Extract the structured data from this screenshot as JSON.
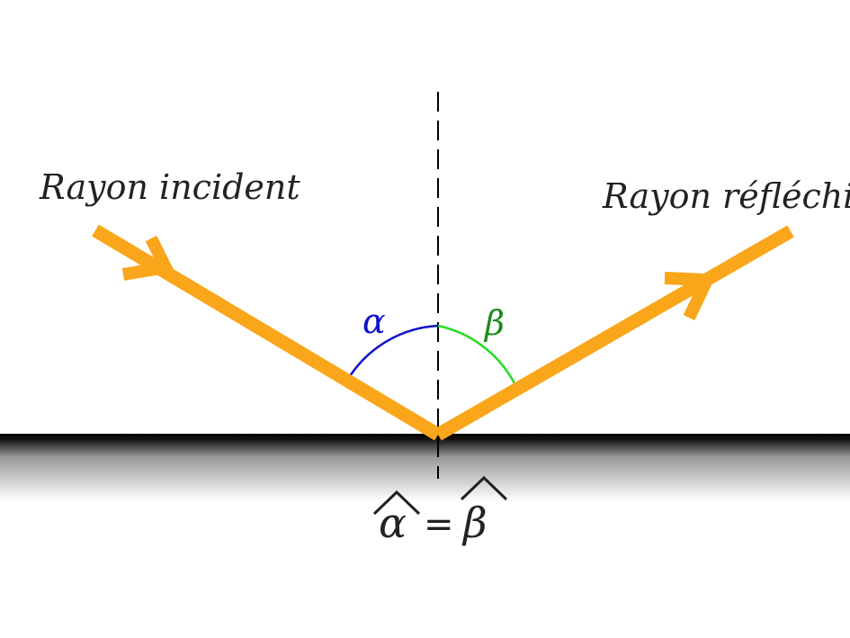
{
  "labels": {
    "incident": "Rayon incident",
    "reflected": "Rayon réfléchi",
    "alpha": "α",
    "beta": "β",
    "equation_alpha": "α",
    "equation_equals": "=",
    "equation_beta": "β"
  },
  "colors": {
    "ray": "#FAA61A",
    "alpha_arc": "#1010CC",
    "beta_arc": "#22DD22",
    "alpha_label": "#1010CC",
    "beta_label": "#1A8A1A",
    "text": "#222222",
    "mirror": "#000000",
    "normal_line": "#000000"
  },
  "icons": {
    "incident_arrow": "arrowhead-icon",
    "reflected_arrow": "arrowhead-icon"
  }
}
